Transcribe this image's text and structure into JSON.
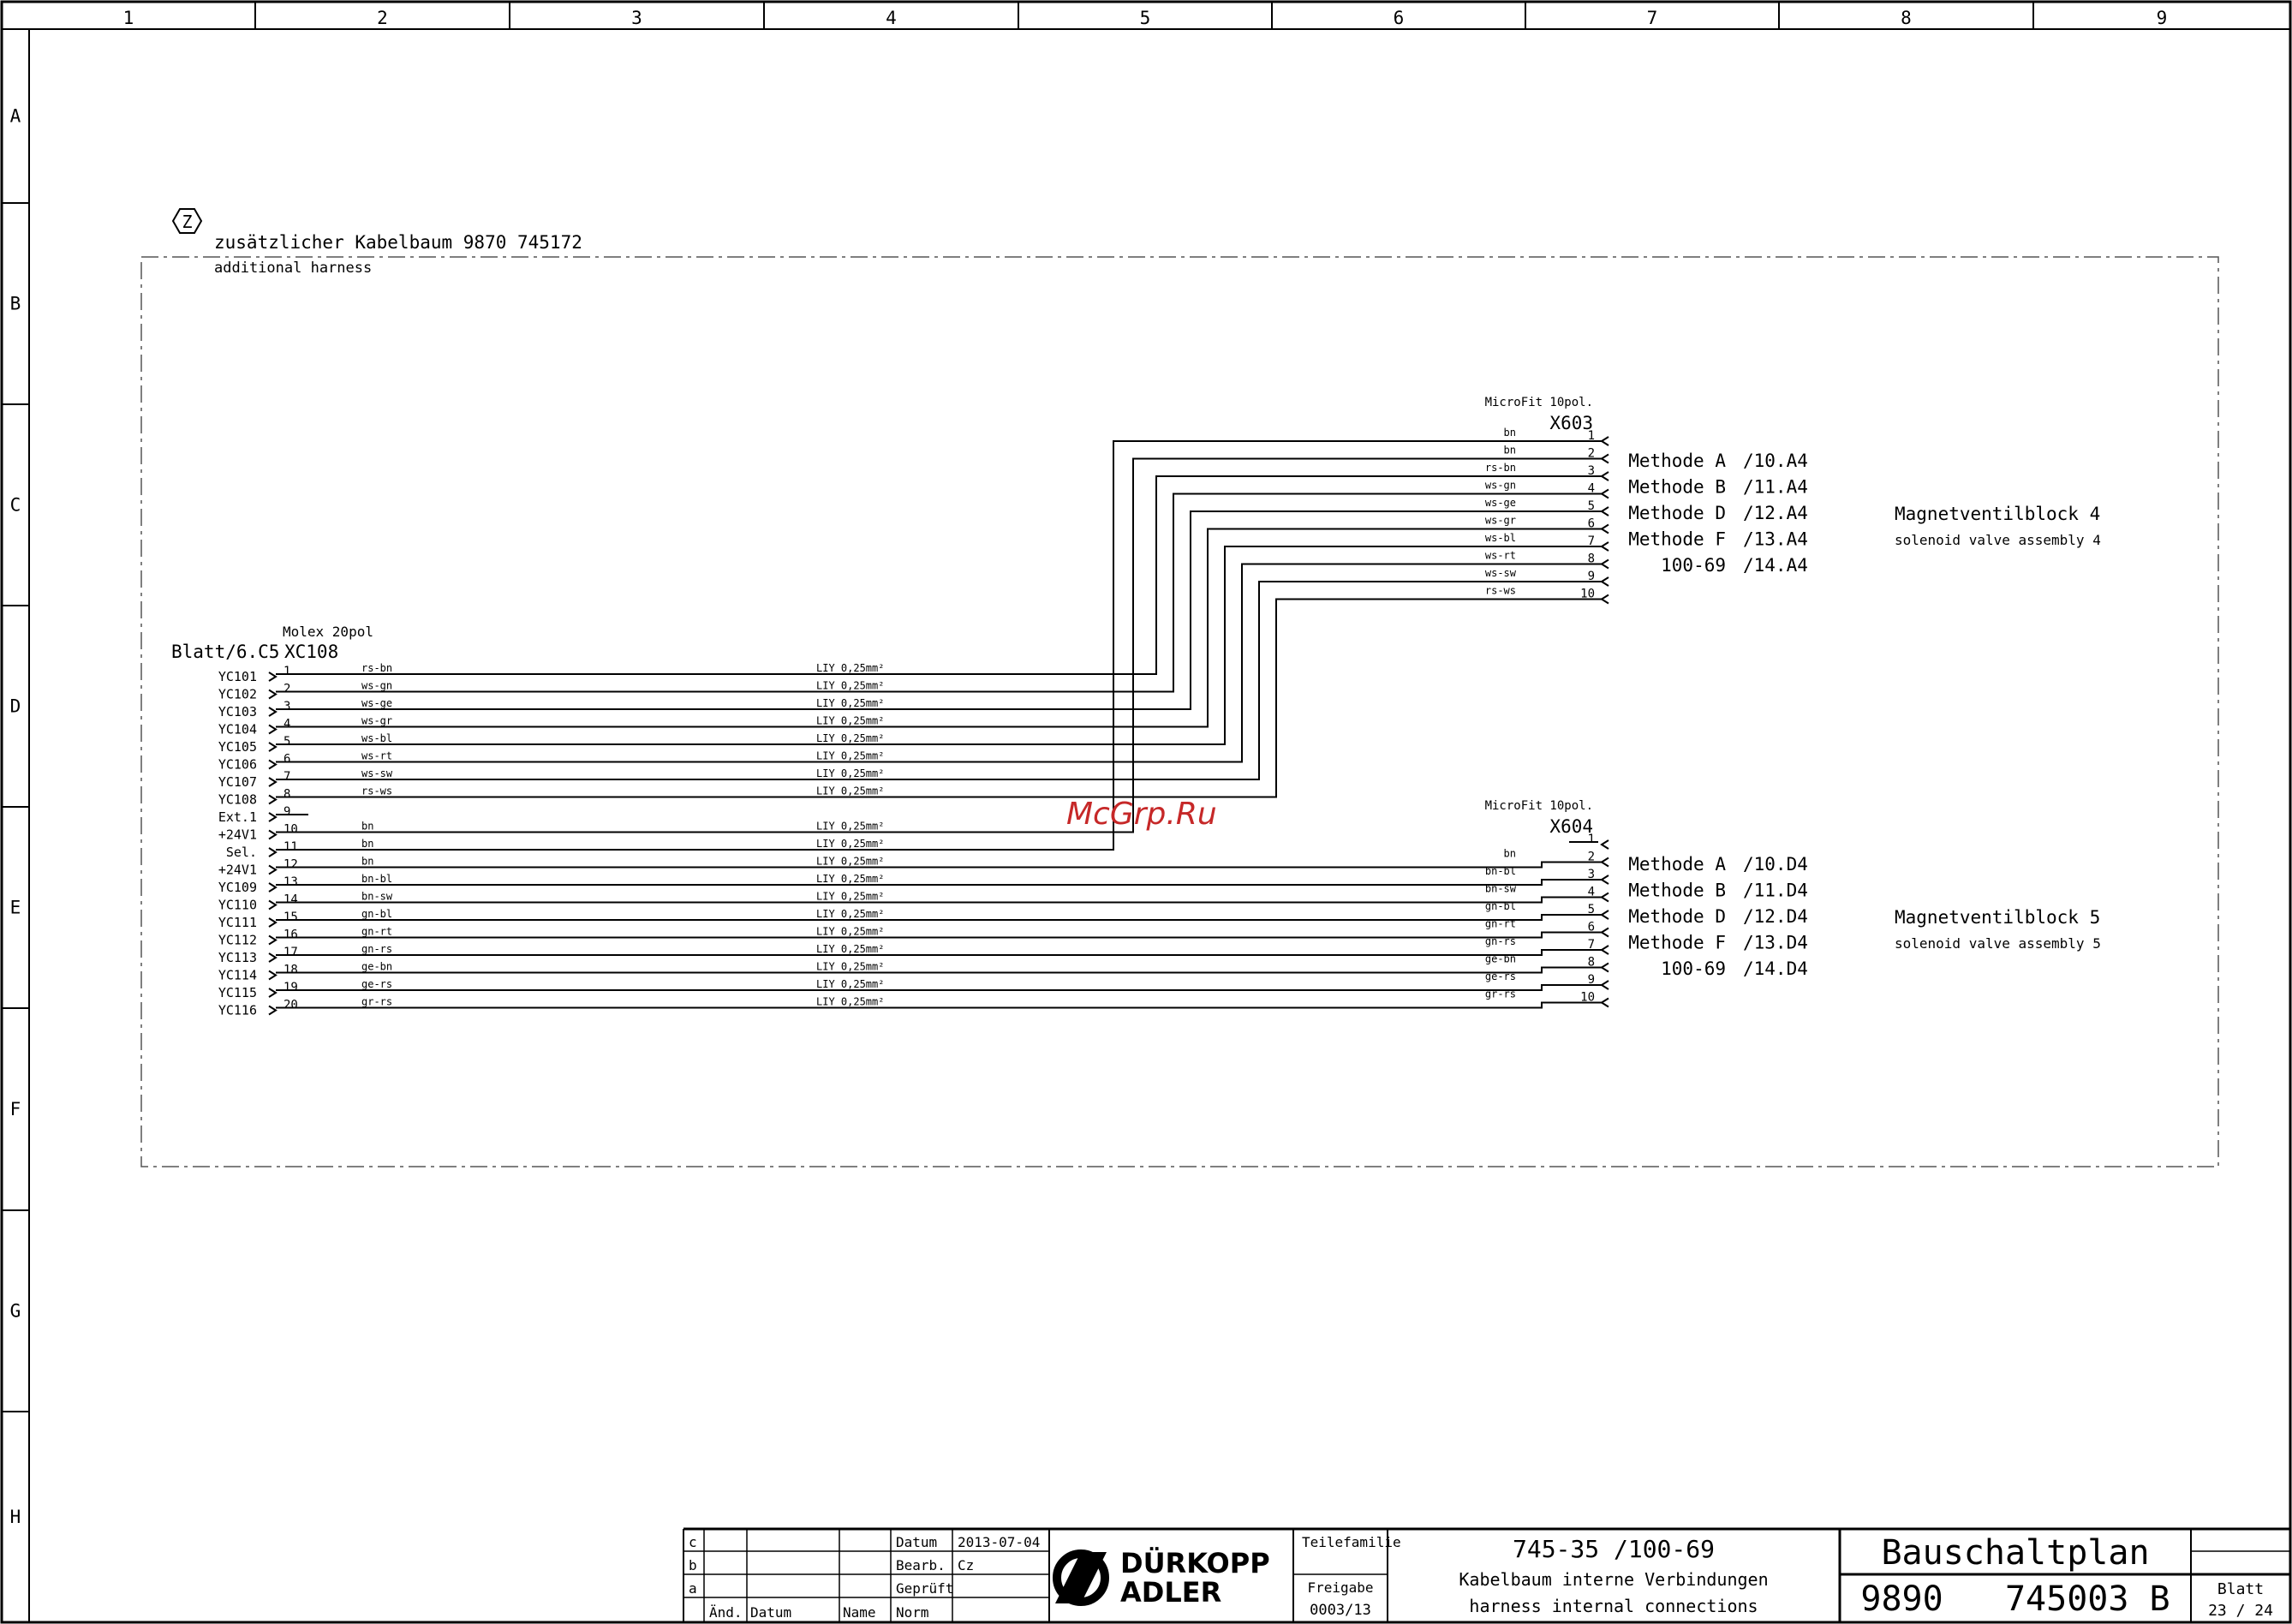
{
  "frame": {
    "columns": [
      "1",
      "2",
      "3",
      "4",
      "5",
      "6",
      "7",
      "8",
      "9"
    ],
    "rows": [
      "A",
      "B",
      "C",
      "D",
      "E",
      "F",
      "G",
      "H"
    ]
  },
  "harness": {
    "marker": "Z",
    "title_de": "zusätzlicher Kabelbaum 9870 745172",
    "title_en": "additional harness"
  },
  "left_connector": {
    "sheet_ref": "Blatt/6.C5",
    "type_label": "Molex 20pol",
    "name": "XC108",
    "pins": [
      {
        "pin": "1",
        "signal": "YC101",
        "color": "rs-bn",
        "spec": "LIY 0,25mm²"
      },
      {
        "pin": "2",
        "signal": "YC102",
        "color": "ws-gn",
        "spec": "LIY 0,25mm²"
      },
      {
        "pin": "3",
        "signal": "YC103",
        "color": "ws-ge",
        "spec": "LIY 0,25mm²"
      },
      {
        "pin": "4",
        "signal": "YC104",
        "color": "ws-gr",
        "spec": "LIY 0,25mm²"
      },
      {
        "pin": "5",
        "signal": "YC105",
        "color": "ws-bl",
        "spec": "LIY 0,25mm²"
      },
      {
        "pin": "6",
        "signal": "YC106",
        "color": "ws-rt",
        "spec": "LIY 0,25mm²"
      },
      {
        "pin": "7",
        "signal": "YC107",
        "color": "ws-sw",
        "spec": "LIY 0,25mm²"
      },
      {
        "pin": "8",
        "signal": "YC108",
        "color": "rs-ws",
        "spec": "LIY 0,25mm²"
      },
      {
        "pin": "9",
        "signal": "Ext.1",
        "color": "",
        "spec": ""
      },
      {
        "pin": "10",
        "signal": "+24V1",
        "color": "bn",
        "spec": "LIY 0,25mm²"
      },
      {
        "pin": "11",
        "signal": "Sel.",
        "color": "bn",
        "spec": "LIY 0,25mm²"
      },
      {
        "pin": "12",
        "signal": "+24V1",
        "color": "bn",
        "spec": "LIY 0,25mm²"
      },
      {
        "pin": "13",
        "signal": "YC109",
        "color": "bn-bl",
        "spec": "LIY 0,25mm²"
      },
      {
        "pin": "14",
        "signal": "YC110",
        "color": "bn-sw",
        "spec": "LIY 0,25mm²"
      },
      {
        "pin": "15",
        "signal": "YC111",
        "color": "gn-bl",
        "spec": "LIY 0,25mm²"
      },
      {
        "pin": "16",
        "signal": "YC112",
        "color": "gn-rt",
        "spec": "LIY 0,25mm²"
      },
      {
        "pin": "17",
        "signal": "YC113",
        "color": "gn-rs",
        "spec": "LIY 0,25mm²"
      },
      {
        "pin": "18",
        "signal": "YC114",
        "color": "ge-bn",
        "spec": "LIY 0,25mm²"
      },
      {
        "pin": "19",
        "signal": "YC115",
        "color": "ge-rs",
        "spec": "LIY 0,25mm²"
      },
      {
        "pin": "20",
        "signal": "YC116",
        "color": "gr-rs",
        "spec": "LIY 0,25mm²"
      }
    ]
  },
  "right_connectors": [
    {
      "type_label": "MicroFit 10pol.",
      "name": "X603",
      "pins": [
        {
          "pin": "1",
          "color": "bn"
        },
        {
          "pin": "2",
          "color": "bn"
        },
        {
          "pin": "3",
          "color": "rs-bn"
        },
        {
          "pin": "4",
          "color": "ws-gn"
        },
        {
          "pin": "5",
          "color": "ws-ge"
        },
        {
          "pin": "6",
          "color": "ws-gr"
        },
        {
          "pin": "7",
          "color": "ws-bl"
        },
        {
          "pin": "8",
          "color": "ws-rt"
        },
        {
          "pin": "9",
          "color": "ws-sw"
        },
        {
          "pin": "10",
          "color": "rs-ws"
        }
      ],
      "methods": [
        {
          "name": "Methode A",
          "ref": "/10.A4"
        },
        {
          "name": "Methode B",
          "ref": "/11.A4"
        },
        {
          "name": "Methode D",
          "ref": "/12.A4"
        },
        {
          "name": "Methode F",
          "ref": "/13.A4"
        },
        {
          "name": "100-69",
          "ref": "/14.A4"
        }
      ],
      "assembly_de": "Magnetventilblock 4",
      "assembly_en": "solenoid valve assembly 4"
    },
    {
      "type_label": "MicroFit 10pol.",
      "name": "X604",
      "pins": [
        {
          "pin": "1",
          "color": ""
        },
        {
          "pin": "2",
          "color": "bn"
        },
        {
          "pin": "3",
          "color": "bn-bl"
        },
        {
          "pin": "4",
          "color": "bn-sw"
        },
        {
          "pin": "5",
          "color": "gn-bl"
        },
        {
          "pin": "6",
          "color": "gn-rt"
        },
        {
          "pin": "7",
          "color": "gn-rs"
        },
        {
          "pin": "8",
          "color": "ge-bn"
        },
        {
          "pin": "9",
          "color": "ge-rs"
        },
        {
          "pin": "10",
          "color": "gr-rs"
        }
      ],
      "methods": [
        {
          "name": "Methode A",
          "ref": "/10.D4"
        },
        {
          "name": "Methode B",
          "ref": "/11.D4"
        },
        {
          "name": "Methode D",
          "ref": "/12.D4"
        },
        {
          "name": "Methode F",
          "ref": "/13.D4"
        },
        {
          "name": "100-69",
          "ref": "/14.D4"
        }
      ],
      "assembly_de": "Magnetventilblock 5",
      "assembly_en": "solenoid valve assembly 5"
    }
  ],
  "watermark": "McGrp.Ru",
  "title_block": {
    "revisions": [
      "c",
      "b",
      "a"
    ],
    "rev_headers": [
      "Änd.",
      "Datum",
      "Name",
      "Norm"
    ],
    "datum_label": "Datum",
    "datum_value": "2013-07-04",
    "bearb_label": "Bearb.",
    "bearb_value": "Cz",
    "geprueft_label": "Geprüft",
    "logo_line1": "DÜRKOPP",
    "logo_line2": "ADLER",
    "teilefamilie_label": "Teilefamilie",
    "freigabe_label": "Freigabe",
    "freigabe_value": "0003/13",
    "model": "745-35 /100-69",
    "desc_de": "Kabelbaum interne Verbindungen",
    "desc_en": "harness internal connections",
    "doc_type": "Bauschaltplan",
    "doc_number": "9890   745003 B",
    "blatt_label": "Blatt",
    "blatt_value": "23 / 24"
  }
}
